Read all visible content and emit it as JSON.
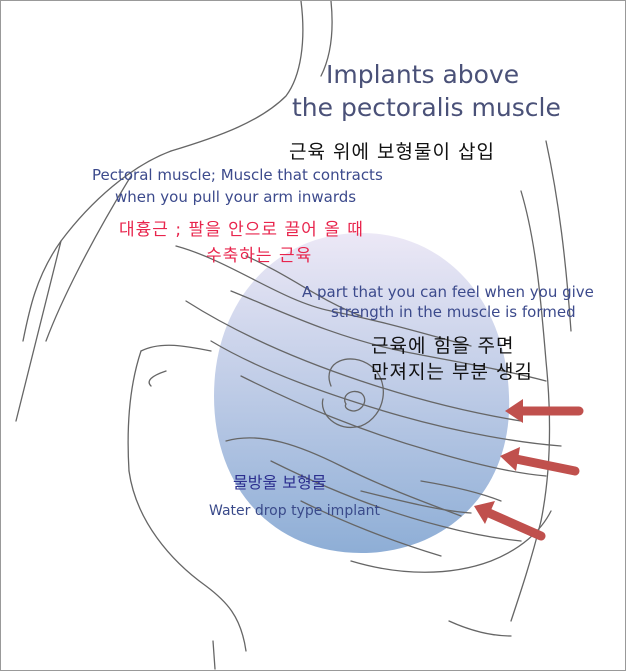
{
  "title": {
    "line1": "Implants above",
    "line2": "the pectoralis muscle",
    "korean": "근육 위에 보형물이 삽입"
  },
  "pectoral": {
    "en_line1": "Pectoral muscle; Muscle that contracts",
    "en_line2": "when you pull your arm inwards",
    "ko_line1": "대흉근 ; 팔을 안으로 끌어 올 때",
    "ko_line2": "수축하는 근육"
  },
  "strength": {
    "en_line1": "A part that you can feel when you give",
    "en_line2": "strength in the muscle is formed",
    "ko_line1": "근육에 힘을 주면",
    "ko_line2": "만져지는 부분 생김"
  },
  "implant": {
    "ko": "물방울 보형물",
    "en": "Water drop type implant"
  },
  "colors": {
    "implant_top": "#ece8f6",
    "implant_bottom": "#8eaed6",
    "arrow": "#c0504d",
    "outline": "#666666"
  }
}
